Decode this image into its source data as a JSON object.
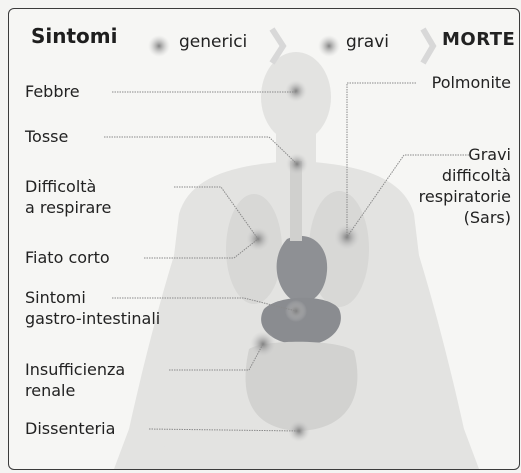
{
  "header": {
    "title": "Sintomi",
    "legend": [
      "generici",
      "gravi",
      "MORTE"
    ]
  },
  "symptoms_left": [
    "Febbre",
    "Tosse",
    "Difficoltà",
    "a respirare",
    "Fiato corto",
    "Sintomi",
    "gastro-intestinali",
    "Insufficienza",
    "renale",
    "Dissenteria"
  ],
  "symptoms_right": [
    "Polmonite",
    "Gravi",
    "difficoltà",
    "respiratorie",
    "(Sars)"
  ],
  "colors": {
    "body": "#e4e4e2",
    "organs": "#d6d6d4",
    "heart_stomach": "#8c8e92",
    "marker": "#9a9a9a",
    "line": "#8a8a8a"
  }
}
